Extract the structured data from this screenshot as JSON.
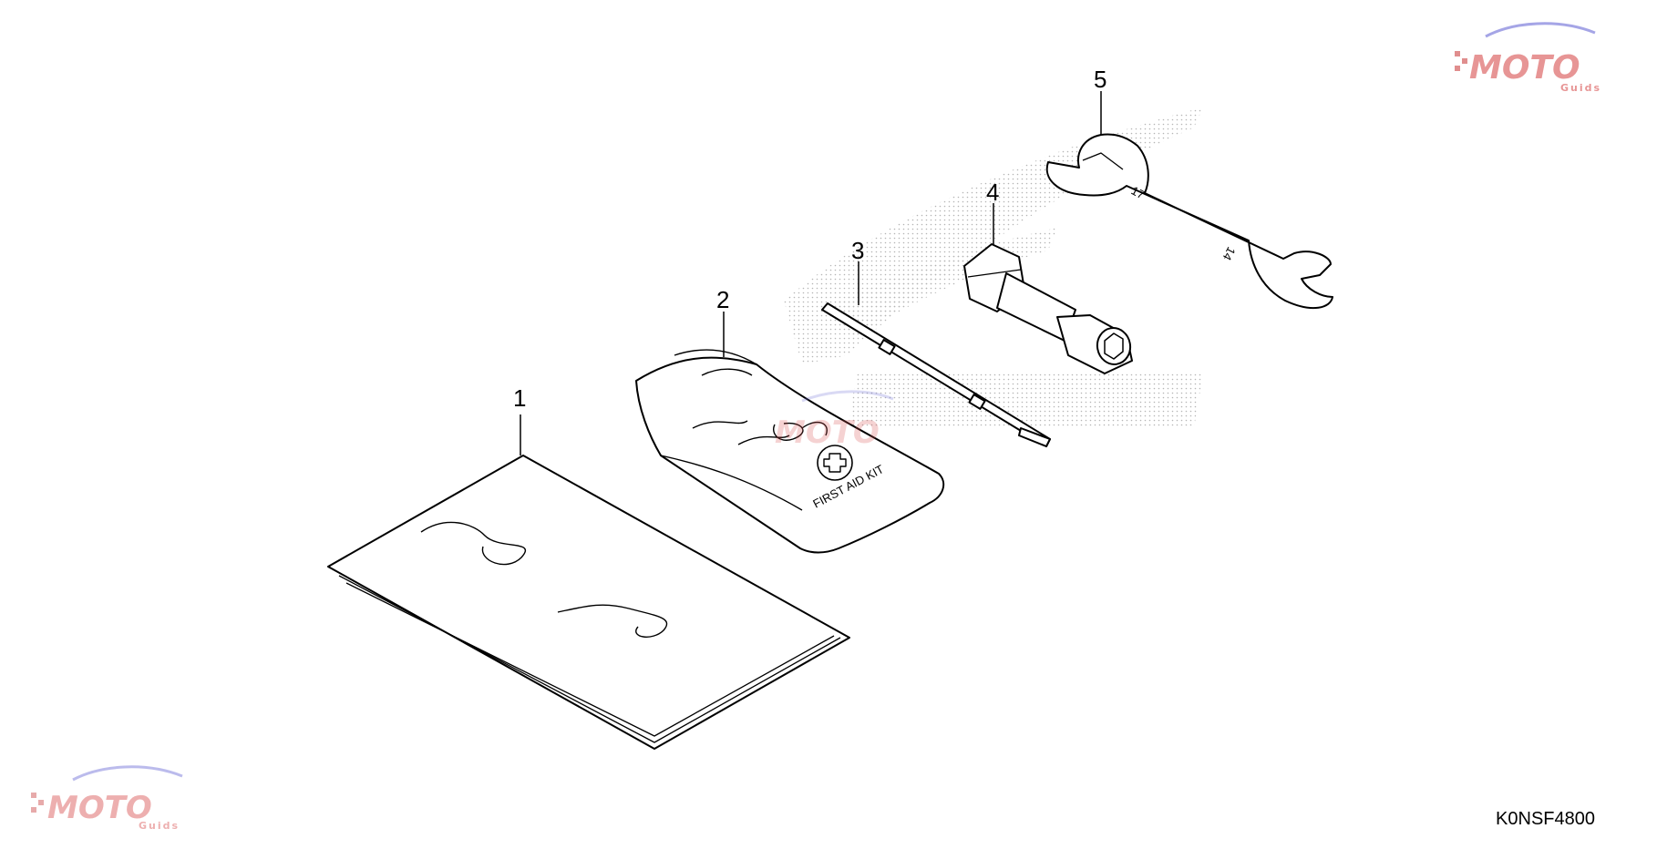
{
  "callouts": [
    "1",
    "2",
    "3",
    "4",
    "5"
  ],
  "parts": {
    "first_aid_kit_text": "FIRST AID KIT",
    "wrench_size_large": "17",
    "wrench_size_small": "14"
  },
  "watermark": {
    "brand": "MOTO",
    "sub": "Guids"
  },
  "diagram_code": "K0NSF4800"
}
